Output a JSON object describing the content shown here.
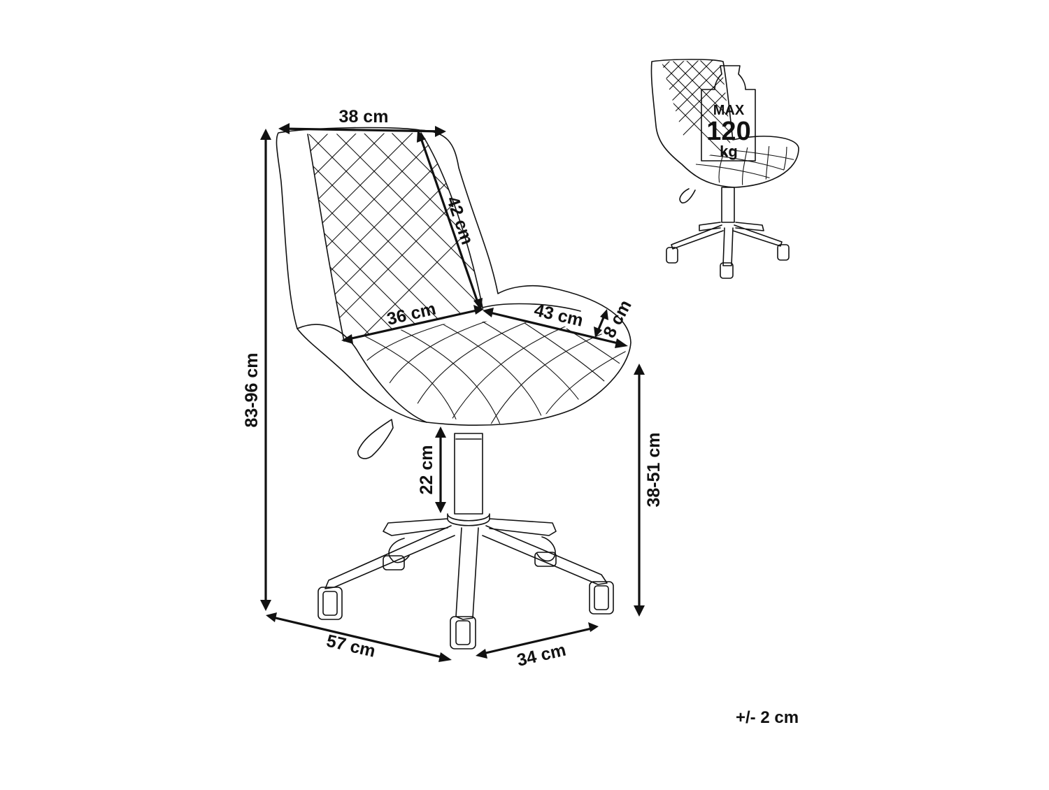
{
  "dimensions": {
    "back_width": "38 cm",
    "back_height": "42 cm",
    "seat_width": "36 cm",
    "seat_depth": "43 cm",
    "seat_thickness": "8 cm",
    "total_height": "83-96 cm",
    "gas_lift": "22 cm",
    "seat_height": "38-51 cm",
    "base_width": "57 cm",
    "base_depth": "34 cm"
  },
  "weight_limit": {
    "max_label": "MAX",
    "value": "120",
    "unit": "kg"
  },
  "tolerance": "+/- 2 cm",
  "colors": {
    "ink": "#111111",
    "background": "#ffffff"
  }
}
